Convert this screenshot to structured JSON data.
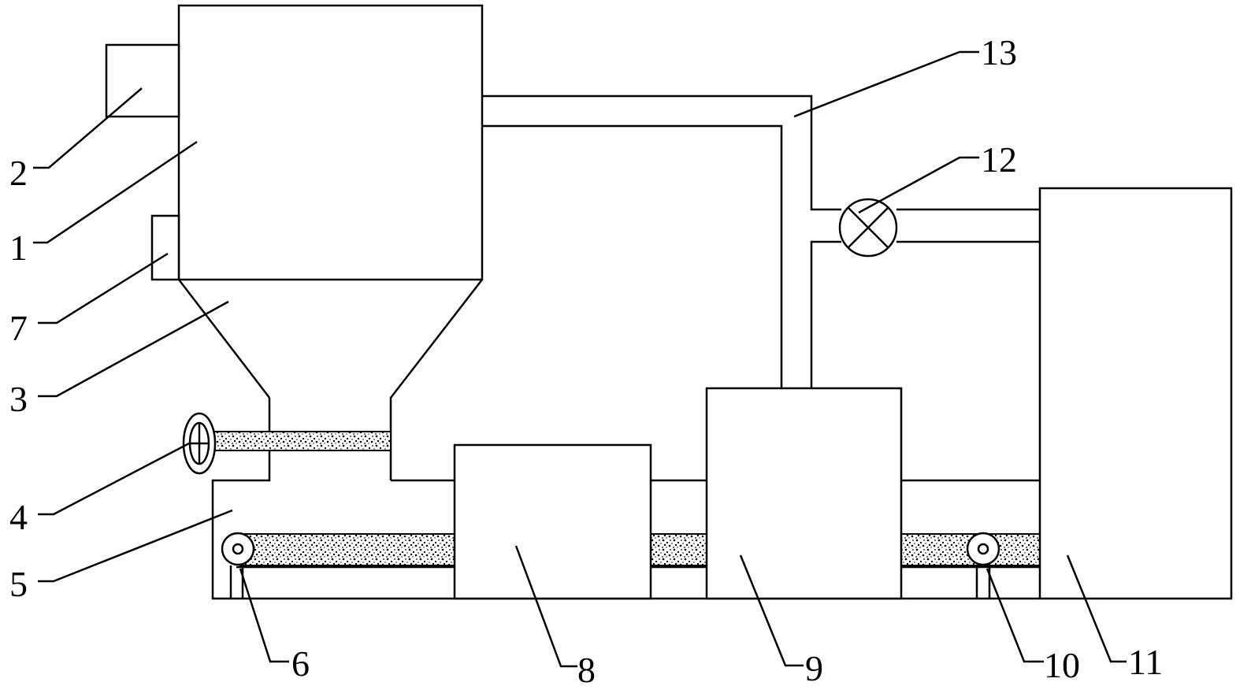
{
  "labels": {
    "p1": "1",
    "p2": "2",
    "p3": "3",
    "p4": "4",
    "p5": "5",
    "p6": "6",
    "p7": "7",
    "p8": "8",
    "p9": "9",
    "p10": "10",
    "p11": "11",
    "p12": "12",
    "p13": "13"
  }
}
